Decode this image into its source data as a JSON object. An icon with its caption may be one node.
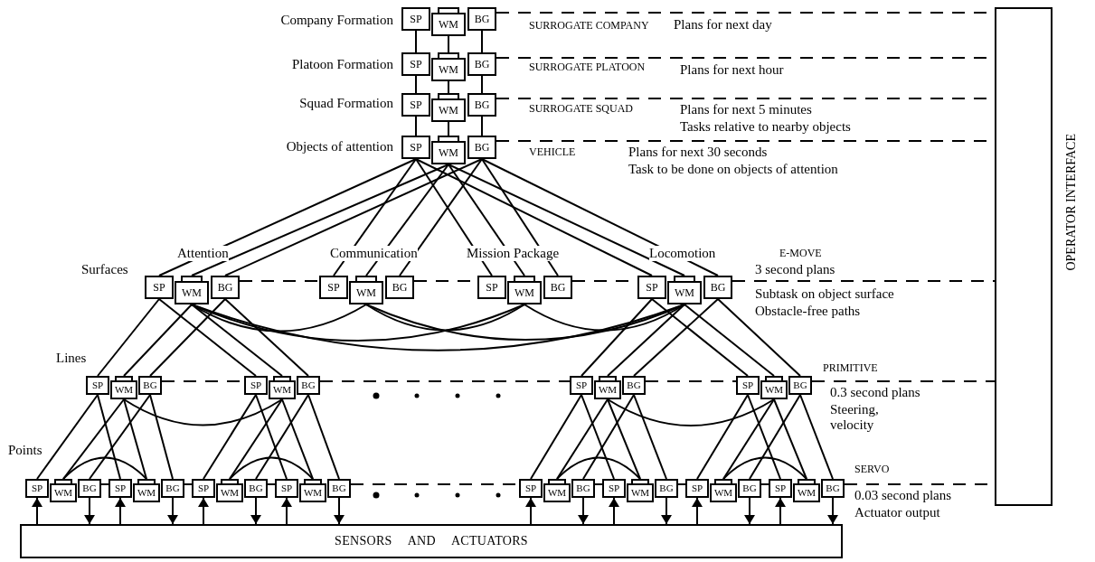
{
  "diagram": {
    "nodes": [
      {
        "text": [
          "SP"
        ]
      },
      {
        "text": [
          "WM"
        ]
      },
      {
        "text": [
          "BG"
        ]
      },
      {
        "text": [
          "SP"
        ]
      },
      {
        "text": [
          "WM"
        ]
      },
      {
        "text": [
          "BG"
        ]
      },
      {
        "text": [
          "SP"
        ]
      },
      {
        "text": [
          "WM"
        ]
      },
      {
        "text": [
          "BG"
        ]
      },
      {
        "text": [
          "SP"
        ]
      },
      {
        "text": [
          "WM"
        ]
      },
      {
        "text": [
          "BG"
        ]
      },
      {
        "text": [
          "SP"
        ]
      },
      {
        "text": [
          "WM"
        ]
      },
      {
        "text": [
          "BG"
        ]
      },
      {
        "text": [
          "SP"
        ]
      },
      {
        "text": [
          "WM"
        ]
      },
      {
        "text": [
          "BG"
        ]
      },
      {
        "text": [
          "SP"
        ]
      },
      {
        "text": [
          "WM"
        ]
      },
      {
        "text": [
          "BG"
        ]
      },
      {
        "text": [
          "SP"
        ]
      },
      {
        "text": [
          "WM"
        ]
      },
      {
        "text": [
          "BG"
        ]
      },
      {
        "text": [
          "SP"
        ]
      },
      {
        "text": [
          "WM"
        ]
      },
      {
        "text": [
          "BG"
        ]
      },
      {
        "text": [
          "SP"
        ]
      },
      {
        "text": [
          "WM"
        ]
      },
      {
        "text": [
          "BG"
        ]
      },
      {
        "text": [
          "SP"
        ]
      },
      {
        "text": [
          "WM"
        ]
      },
      {
        "text": [
          "BG"
        ]
      },
      {
        "text": [
          "SP"
        ]
      },
      {
        "text": [
          "WM"
        ]
      },
      {
        "text": [
          "BG"
        ]
      },
      {
        "text": [
          "SP"
        ]
      },
      {
        "text": [
          "WM"
        ]
      },
      {
        "text": [
          "BG"
        ]
      },
      {
        "text": [
          "SP"
        ]
      },
      {
        "text": [
          "WM"
        ]
      },
      {
        "text": [
          "BG"
        ]
      },
      {
        "text": [
          "SP"
        ]
      },
      {
        "text": [
          "WM"
        ]
      },
      {
        "text": [
          "BG"
        ]
      },
      {
        "text": [
          "SP"
        ]
      },
      {
        "text": [
          "WM"
        ]
      },
      {
        "text": [
          "BG"
        ]
      },
      {
        "text": [
          "SP"
        ]
      },
      {
        "text": [
          "WM"
        ]
      },
      {
        "text": [
          "BG"
        ]
      },
      {
        "text": [
          "SP"
        ]
      },
      {
        "text": [
          "WM"
        ]
      },
      {
        "text": [
          "BG"
        ]
      },
      {
        "text": [
          "SP"
        ]
      },
      {
        "text": [
          "WM"
        ]
      },
      {
        "text": [
          "BG"
        ]
      },
      {
        "text": [
          "SP"
        ]
      },
      {
        "text": [
          "WM"
        ]
      },
      {
        "text": [
          "BG"
        ]
      },
      {
        "text": [
          "SENSORS AND ACTUATORS"
        ]
      },
      {
        "text": [
          "OPERATOR INTERFACE"
        ]
      }
    ],
    "edges": [
      {
        "from": 0,
        "to": 3,
        "arrow": "none"
      },
      {
        "from": 1,
        "to": 4,
        "arrow": "none"
      },
      {
        "from": 2,
        "to": 5,
        "arrow": "none"
      },
      {
        "from": 3,
        "to": 6,
        "arrow": "none"
      },
      {
        "from": 4,
        "to": 7,
        "arrow": "none"
      },
      {
        "from": 5,
        "to": 8,
        "arrow": "none"
      },
      {
        "from": 6,
        "to": 9,
        "arrow": "none"
      },
      {
        "from": 7,
        "to": 10,
        "arrow": "none"
      },
      {
        "from": 8,
        "to": 11,
        "arrow": "none"
      },
      {
        "from": 9,
        "to": 12,
        "arrow": "none"
      },
      {
        "from": 10,
        "to": 13,
        "arrow": "none"
      },
      {
        "from": 11,
        "to": 14,
        "arrow": "none"
      },
      {
        "from": 9,
        "to": 15,
        "arrow": "none"
      },
      {
        "from": 10,
        "to": 16,
        "arrow": "none"
      },
      {
        "from": 11,
        "to": 17,
        "arrow": "none"
      },
      {
        "from": 9,
        "to": 18,
        "arrow": "none"
      },
      {
        "from": 10,
        "to": 19,
        "arrow": "none"
      },
      {
        "from": 11,
        "to": 20,
        "arrow": "none"
      },
      {
        "from": 9,
        "to": 21,
        "arrow": "none"
      },
      {
        "from": 10,
        "to": 22,
        "arrow": "none"
      },
      {
        "from": 11,
        "to": 23,
        "arrow": "none"
      },
      {
        "from": 12,
        "to": 24,
        "arrow": "none"
      },
      {
        "from": 13,
        "to": 25,
        "arrow": "none"
      },
      {
        "from": 14,
        "to": 26,
        "arrow": "none"
      },
      {
        "from": 12,
        "to": 27,
        "arrow": "none"
      },
      {
        "from": 13,
        "to": 28,
        "arrow": "none"
      },
      {
        "from": 14,
        "to": 29,
        "arrow": "none"
      },
      {
        "from": 21,
        "to": 30,
        "arrow": "none"
      },
      {
        "from": 22,
        "to": 31,
        "arrow": "none"
      },
      {
        "from": 23,
        "to": 32,
        "arrow": "none"
      },
      {
        "from": 21,
        "to": 33,
        "arrow": "none"
      },
      {
        "from": 22,
        "to": 34,
        "arrow": "none"
      },
      {
        "from": 23,
        "to": 35,
        "arrow": "none"
      },
      {
        "from": 24,
        "to": 36,
        "arrow": "none"
      },
      {
        "from": 25,
        "to": 37,
        "arrow": "none"
      },
      {
        "from": 26,
        "to": 38,
        "arrow": "none"
      },
      {
        "from": 24,
        "to": 39,
        "arrow": "none"
      },
      {
        "from": 25,
        "to": 40,
        "arrow": "none"
      },
      {
        "from": 26,
        "to": 41,
        "arrow": "none"
      },
      {
        "from": 27,
        "to": 42,
        "arrow": "none"
      },
      {
        "from": 28,
        "to": 43,
        "arrow": "none"
      },
      {
        "from": 29,
        "to": 44,
        "arrow": "none"
      },
      {
        "from": 27,
        "to": 45,
        "arrow": "none"
      },
      {
        "from": 28,
        "to": 46,
        "arrow": "none"
      },
      {
        "from": 29,
        "to": 47,
        "arrow": "none"
      },
      {
        "from": 30,
        "to": 48,
        "arrow": "none"
      },
      {
        "from": 31,
        "to": 49,
        "arrow": "none"
      },
      {
        "from": 32,
        "to": 50,
        "arrow": "none"
      },
      {
        "from": 30,
        "to": 51,
        "arrow": "none"
      },
      {
        "from": 31,
        "to": 52,
        "arrow": "none"
      },
      {
        "from": 32,
        "to": 53,
        "arrow": "none"
      },
      {
        "from": 33,
        "to": 54,
        "arrow": "none"
      },
      {
        "from": 34,
        "to": 55,
        "arrow": "none"
      },
      {
        "from": 35,
        "to": 56,
        "arrow": "none"
      },
      {
        "from": 33,
        "to": 57,
        "arrow": "none"
      },
      {
        "from": 34,
        "to": 58,
        "arrow": "none"
      },
      {
        "from": 35,
        "to": 59,
        "arrow": "none"
      },
      {
        "from": 13,
        "to": 16,
        "arrow": "none"
      },
      {
        "from": 13,
        "to": 19,
        "arrow": "none"
      },
      {
        "from": 13,
        "to": 22,
        "arrow": "none"
      },
      {
        "from": 16,
        "to": 19,
        "arrow": "none"
      },
      {
        "from": 16,
        "to": 22,
        "arrow": "none"
      },
      {
        "from": 19,
        "to": 22,
        "arrow": "none"
      },
      {
        "from": 25,
        "to": 28,
        "arrow": "none"
      },
      {
        "from": 31,
        "to": 34,
        "arrow": "none"
      },
      {
        "from": 37,
        "to": 40,
        "arrow": "none"
      },
      {
        "from": 43,
        "to": 46,
        "arrow": "none"
      },
      {
        "from": 49,
        "to": 52,
        "arrow": "none"
      },
      {
        "from": 55,
        "to": 58,
        "arrow": "none"
      },
      {
        "from": 60,
        "to": 36,
        "arrow": "to"
      },
      {
        "from": 38,
        "to": 60,
        "arrow": "to"
      },
      {
        "from": 60,
        "to": 39,
        "arrow": "to"
      },
      {
        "from": 41,
        "to": 60,
        "arrow": "to"
      },
      {
        "from": 60,
        "to": 42,
        "arrow": "to"
      },
      {
        "from": 44,
        "to": 60,
        "arrow": "to"
      },
      {
        "from": 60,
        "to": 45,
        "arrow": "to"
      },
      {
        "from": 47,
        "to": 60,
        "arrow": "to"
      },
      {
        "from": 60,
        "to": 48,
        "arrow": "to"
      },
      {
        "from": 50,
        "to": 60,
        "arrow": "to"
      },
      {
        "from": 60,
        "to": 51,
        "arrow": "to"
      },
      {
        "from": 53,
        "to": 60,
        "arrow": "to"
      },
      {
        "from": 60,
        "to": 54,
        "arrow": "to"
      },
      {
        "from": 56,
        "to": 60,
        "arrow": "to"
      },
      {
        "from": 60,
        "to": 57,
        "arrow": "to"
      },
      {
        "from": 59,
        "to": 60,
        "arrow": "to"
      },
      {
        "from": 2,
        "to": 61,
        "arrow": "none",
        "style": "dashed"
      },
      {
        "from": 5,
        "to": 61,
        "arrow": "none",
        "style": "dashed"
      },
      {
        "from": 8,
        "to": 61,
        "arrow": "none",
        "style": "dashed"
      },
      {
        "from": 11,
        "to": 61,
        "arrow": "none",
        "style": "dashed"
      },
      {
        "from": 14,
        "to": 15,
        "arrow": "none",
        "style": "dashed"
      },
      {
        "from": 17,
        "to": 18,
        "arrow": "none",
        "style": "dashed"
      },
      {
        "from": 20,
        "to": 21,
        "arrow": "none",
        "style": "dashed"
      },
      {
        "from": 23,
        "to": 61,
        "arrow": "none",
        "style": "dashed"
      },
      {
        "from": 26,
        "to": 27,
        "arrow": "none",
        "style": "dashed"
      },
      {
        "from": 29,
        "to": 30,
        "arrow": "none",
        "style": "dashed"
      },
      {
        "from": 32,
        "to": 33,
        "arrow": "none",
        "style": "dashed"
      },
      {
        "from": 35,
        "to": 61,
        "arrow": "none",
        "style": "dashed"
      },
      {
        "from": 38,
        "to": 39,
        "arrow": "none",
        "style": "dashed"
      },
      {
        "from": 41,
        "to": 42,
        "arrow": "none",
        "style": "dashed"
      },
      {
        "from": 44,
        "to": 45,
        "arrow": "none",
        "style": "dashed"
      },
      {
        "from": 47,
        "to": 48,
        "arrow": "none",
        "style": "dashed"
      },
      {
        "from": 50,
        "to": 51,
        "arrow": "none",
        "style": "dashed"
      },
      {
        "from": 53,
        "to": 54,
        "arrow": "none",
        "style": "dashed"
      },
      {
        "from": 56,
        "to": 57,
        "arrow": "none",
        "style": "dashed"
      },
      {
        "from": 59,
        "to": 61,
        "arrow": "none",
        "style": "dashed"
      }
    ],
    "labels": [
      "Company Formation",
      "SURROGATE COMPANY",
      "Plans for next day",
      "Platoon Formation",
      "SURROGATE PLATOON",
      "Plans for next hour",
      "Squad Formation",
      "SURROGATE SQUAD",
      "Plans for next 5 minutes",
      "Tasks relative to nearby objects",
      "Objects of attention",
      "VEHICLE",
      "Plans for next 30 seconds",
      "Task to be done on objects of attention",
      "Surfaces",
      "Attention",
      "Communication",
      "Mission Package",
      "Locomotion",
      "E-MOVE",
      "3 second plans",
      "Subtask on object surface",
      "Obstacle-free paths",
      "Lines",
      "PRIMITIVE",
      "0.3 second plans",
      "Steering, velocity",
      "Points",
      "SERVO",
      "0.03 second plans",
      "Actuator output"
    ]
  }
}
